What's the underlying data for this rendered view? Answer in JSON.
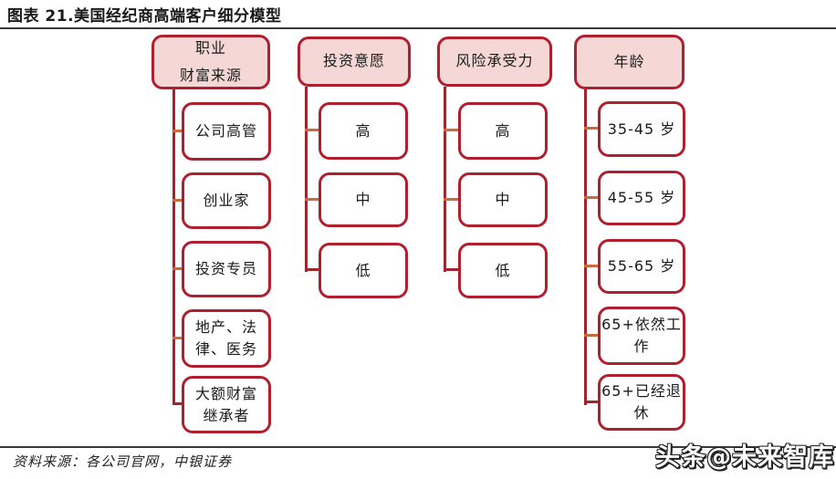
{
  "title": "图表 21.美国经纪商高端客户细分模型",
  "source_note": "资料来源：各公司官网，中银证券",
  "watermark": "头条@未来智库",
  "colors": {
    "box_border": "#B01F2E",
    "header_fill": "#F5D8D6",
    "connector_line": "#A0262E",
    "connector_stub": "#C96B3F",
    "rule": "#3A3A3A"
  },
  "diagram": {
    "columns": [
      {
        "id": "occupation-wealth-source",
        "header": "职业\n财富来源",
        "items": [
          "公司高管",
          "创业家",
          "投资专员",
          "地产、法\n律、医务",
          "大额财富\n继承者"
        ]
      },
      {
        "id": "investment-willingness",
        "header": "投资意愿",
        "items": [
          "高",
          "中",
          "低"
        ]
      },
      {
        "id": "risk-tolerance",
        "header": "风险承受力",
        "items": [
          "高",
          "中",
          "低"
        ]
      },
      {
        "id": "age",
        "header": "年龄",
        "items": [
          "35-45 岁",
          "45-55 岁",
          "55-65 岁",
          "65+依然工\n作",
          "65+已经退\n休"
        ]
      }
    ]
  }
}
